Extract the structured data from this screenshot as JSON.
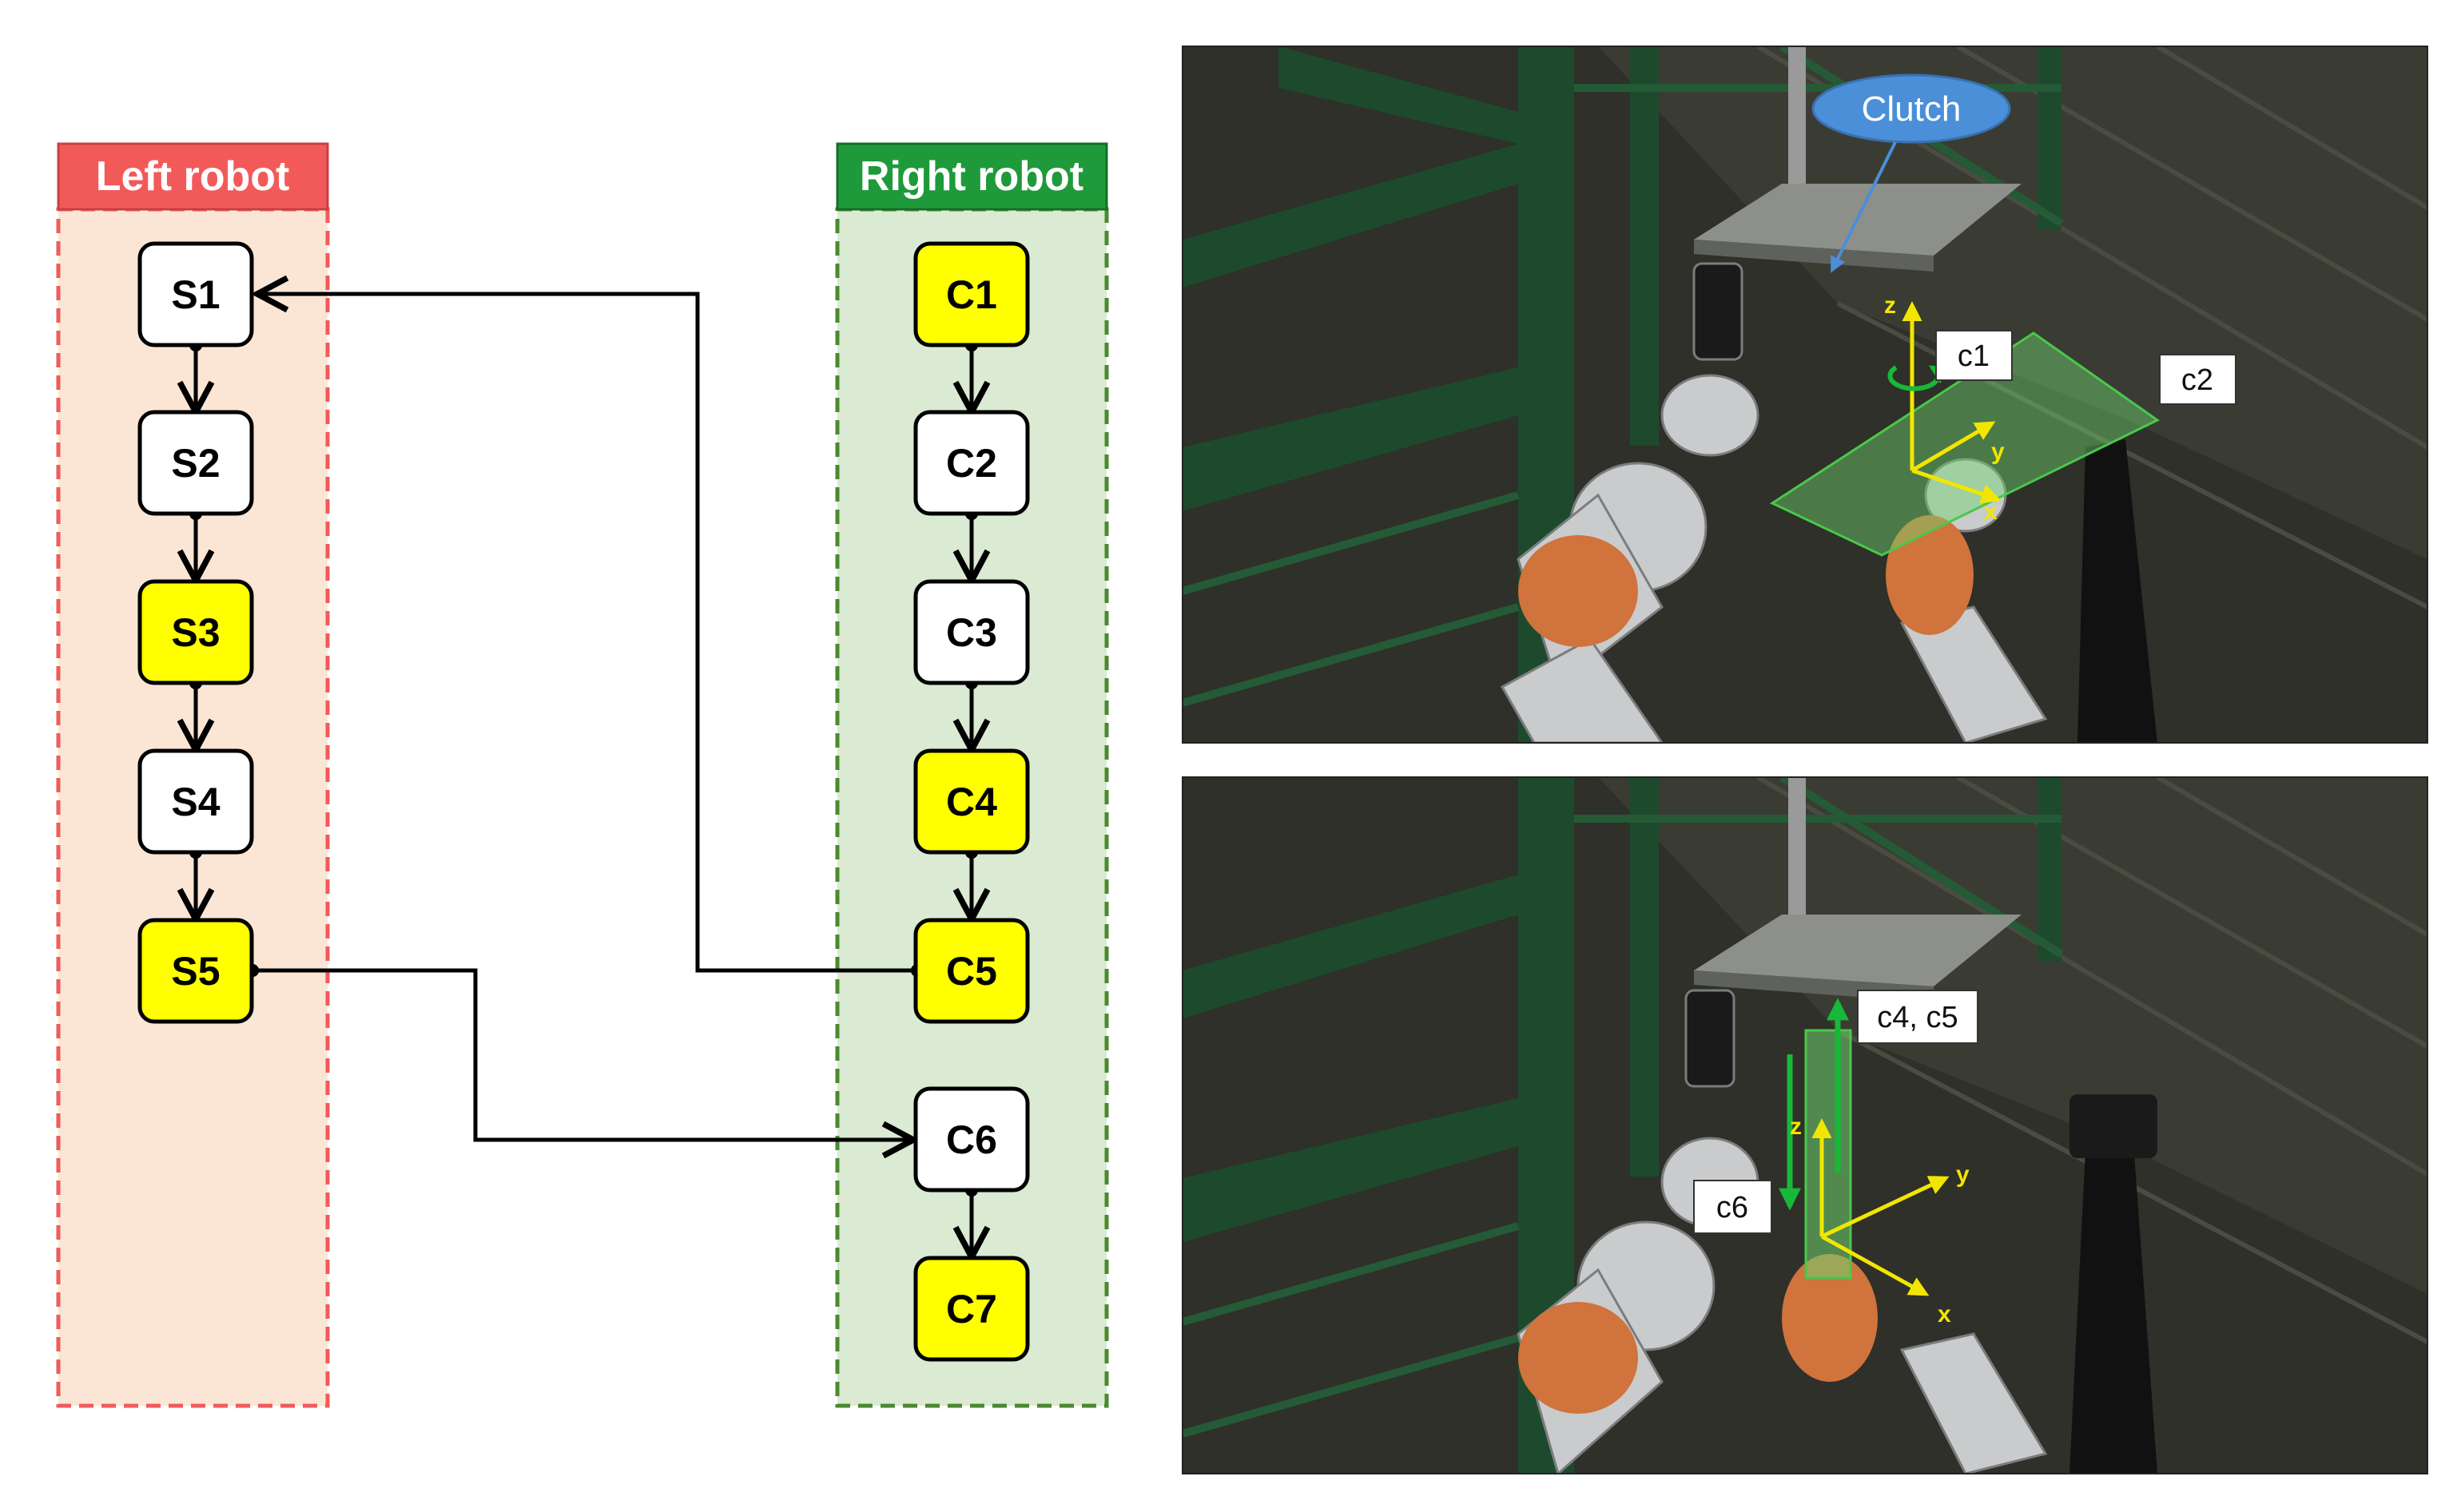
{
  "lanes": {
    "left": {
      "title": "Left robot",
      "header_color": "#f25a5a",
      "fill_color": "#fbe6d6",
      "border_color": "#f25a5a"
    },
    "right": {
      "title": "Right robot",
      "header_color": "#1f9a3a",
      "fill_color": "#dbead3",
      "border_color": "#4a8a2e"
    }
  },
  "nodes": {
    "S1": {
      "label": "S1",
      "highlight": false
    },
    "S2": {
      "label": "S2",
      "highlight": false
    },
    "S3": {
      "label": "S3",
      "highlight": true
    },
    "S4": {
      "label": "S4",
      "highlight": false
    },
    "S5": {
      "label": "S5",
      "highlight": true
    },
    "C1": {
      "label": "C1",
      "highlight": true
    },
    "C2": {
      "label": "C2",
      "highlight": false
    },
    "C3": {
      "label": "C3",
      "highlight": false
    },
    "C4": {
      "label": "C4",
      "highlight": true
    },
    "C5": {
      "label": "C5",
      "highlight": true
    },
    "C6": {
      "label": "C6",
      "highlight": false
    },
    "C7": {
      "label": "C7",
      "highlight": true
    }
  },
  "highlight_color": "#ffff00",
  "edges": [
    [
      "S1",
      "S2"
    ],
    [
      "S2",
      "S3"
    ],
    [
      "S3",
      "S4"
    ],
    [
      "S4",
      "S5"
    ],
    [
      "C1",
      "C2"
    ],
    [
      "C2",
      "C3"
    ],
    [
      "C3",
      "C4"
    ],
    [
      "C4",
      "C5"
    ],
    [
      "C6",
      "C7"
    ],
    [
      "C5",
      "S1"
    ],
    [
      "S5",
      "C6"
    ]
  ],
  "photo_top": {
    "callout": "Clutch",
    "labels": {
      "c1": "c1",
      "c2": "c2"
    },
    "axes": {
      "z": "z",
      "y": "y",
      "x": "x"
    }
  },
  "photo_bottom": {
    "labels": {
      "c45": "c4, c5",
      "c6": "c6"
    },
    "axes": {
      "z": "z",
      "y": "y",
      "x": "x"
    }
  }
}
